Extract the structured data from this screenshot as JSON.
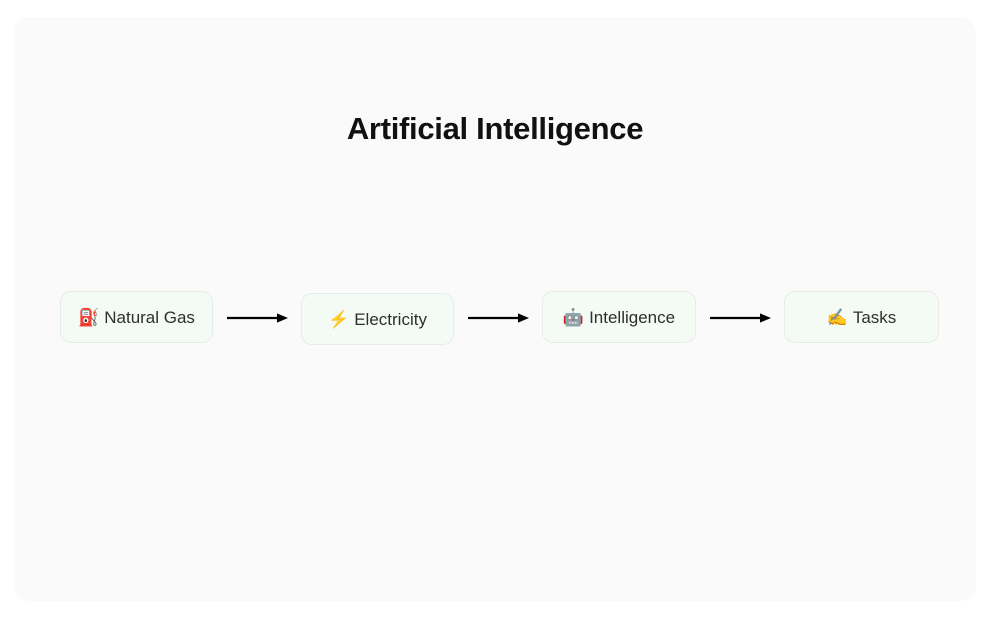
{
  "canvas": {
    "background_color": "#fafafa",
    "page_background_color": "#ffffff"
  },
  "title": "Artificial Intelligence",
  "flow": {
    "type": "linear-flow",
    "node_background_color": "#f4fbf4",
    "node_border_color": "#e6ece6",
    "text_color": "#2e2e2e",
    "arrow_color": "#000000",
    "nodes": [
      {
        "emoji": "⛽",
        "emoji_name": "fuel-pump-icon",
        "label": "Natural Gas"
      },
      {
        "emoji": "⚡",
        "emoji_name": "high-voltage-icon",
        "label": "Electricity"
      },
      {
        "emoji": "🤖",
        "emoji_name": "robot-icon",
        "label": "Intelligence"
      },
      {
        "emoji": "✍️",
        "emoji_name": "writing-hand-icon",
        "label": "Tasks"
      }
    ],
    "connectors": [
      {
        "from": "Natural Gas",
        "to": "Electricity",
        "style": "straight-arrow"
      },
      {
        "from": "Electricity",
        "to": "Intelligence",
        "style": "straight-arrow"
      },
      {
        "from": "Intelligence",
        "to": "Tasks",
        "style": "straight-arrow"
      }
    ]
  }
}
